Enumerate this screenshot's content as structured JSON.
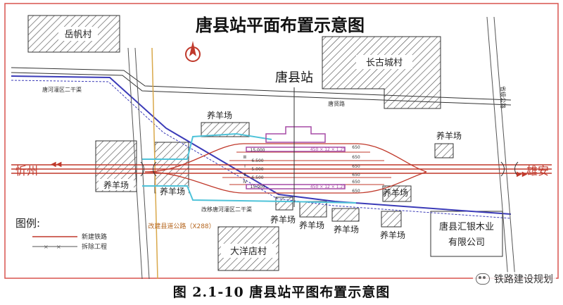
{
  "title": "唐县站平面布置示意图",
  "station_name": "唐县站",
  "places": {
    "yuefan": "岳帆村",
    "changgu": "长古城村",
    "dayang": "大洋店村",
    "company_line1": "唐县汇银木业",
    "company_line2": "有限公司",
    "sheep_farm": "养羊场"
  },
  "directions": {
    "west": "忻州",
    "east": "雄安"
  },
  "small_labels": {
    "road_top": "唐河灌区二干渠",
    "road_center": "唐贤路",
    "canal_bottom": "改移唐河灌区二干渠",
    "road_right": "省级公路",
    "county_road": "改建县道公路（X288）",
    "platform_upper": "450 × 12 × 1.25",
    "platform_lower": "450 × 12 × 1.25",
    "track_values": [
      "15.000",
      "6.500",
      "5.000",
      "6.500",
      "15.000"
    ],
    "track_numbers": [
      "Ⅲ",
      "Ⅰ",
      "Ⅱ",
      "Ⅳ"
    ],
    "track_lengths": [
      "650",
      "650",
      "650",
      "650",
      "650",
      "650"
    ]
  },
  "legend": {
    "heading": "图例:",
    "new_rail": "新建铁路",
    "demolish": "拆除工程"
  },
  "caption": "图  2.1-10    唐县站平图布置示意图",
  "watermark": "铁路建设规划",
  "colors": {
    "frame": "#d9534f",
    "new_rail": "#c0392b",
    "old_rail": "#3b3bb8",
    "canal": "#4fc3d9",
    "station_building": "#a64ca6",
    "county_road": "#d9a84a"
  }
}
